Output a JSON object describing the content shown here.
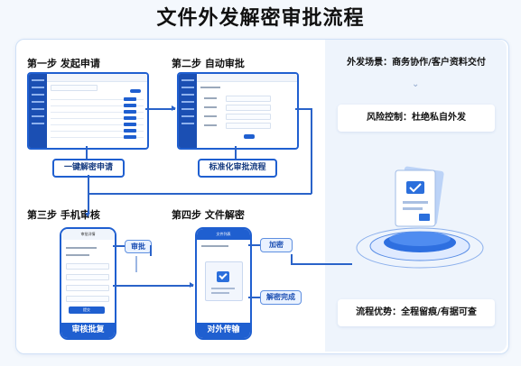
{
  "title": "文件外发解密审批流程",
  "steps": {
    "s1": "第一步 发起申请",
    "s2": "第二步 自动审批",
    "s3": "第三步 手机审核",
    "s4": "第四步 文件解密"
  },
  "buttons": {
    "apply": "一键解密申请",
    "standard_flow": "标准化审批流程",
    "review": "审核批复",
    "transfer": "对外传输"
  },
  "tags": {
    "approve": "审批",
    "encrypt": "加密",
    "decrypt_done": "解密完成"
  },
  "phone1": {
    "header": "审批详情",
    "submit": "提交"
  },
  "phone2": {
    "header": "文件列表"
  },
  "right": {
    "scene": "外发场景：商务协作/客户资料交付",
    "risk": "风险控制：杜绝私自外发",
    "advantage": "流程优势：全程留痕/有据可查"
  },
  "colors": {
    "primary": "#1f5fd0",
    "dark": "#1b4fb3",
    "panel_bg": "#f4f8fd"
  },
  "icons": [
    "chevron-down-icon",
    "document-icon",
    "checkmark-icon",
    "platform-icon"
  ]
}
